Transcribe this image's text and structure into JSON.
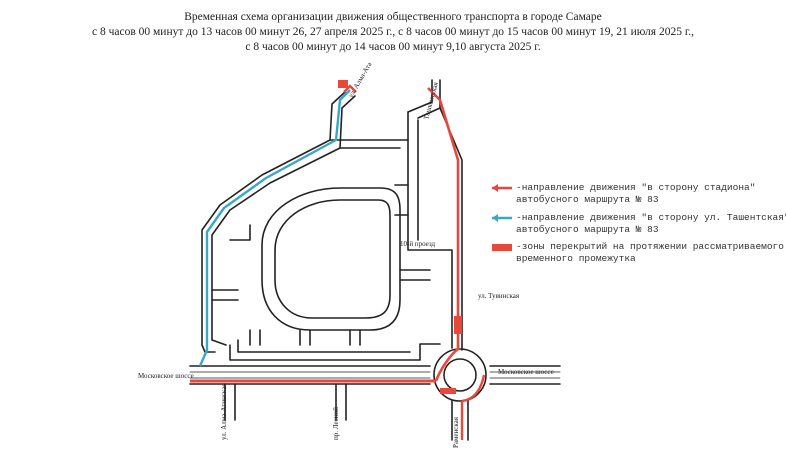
{
  "title": {
    "line1": "Временная схема организации движения общественного транспорта в городе Самаре",
    "line2": "с 8 часов 00 минут до 13 часов 00 минут 26, 27 апреля 2025 г., с 8 часов 00 минут до 15 часов 00 минут 19, 21 июля 2025 г.,",
    "line3": "с 8 часов 00 минут до 14 часов 00 минут  9,10 августа 2025 г."
  },
  "legend": [
    {
      "line1": "-направление движения \"в сторону стадиона\"",
      "line2": "автобусного маршрута № 83",
      "color": "#e8473c"
    },
    {
      "line1": "-направление движения \"в сторону ул. Ташентская\"",
      "line2": "автобусного маршрута № 83",
      "color": "#3aa7c9"
    },
    {
      "line1": "-зоны перекрытий на протяжении рассматриваемого",
      "line2": "временного промежутка",
      "color": "#e8473c"
    }
  ],
  "streets": {
    "moskovskoe_left": "Московское шоссе",
    "moskovskoe_right": "Московское шоссе",
    "tuvinskaya": "ул. Тувинская",
    "proezd_10": "10-й проезд",
    "alma_atinskaya": "ул. Алма-Атинская",
    "lesnoy": "пр. Лесной",
    "ravenskaya": "Раменская",
    "top_street": "ул. Алма-Ата",
    "tashkentskaya_top": "Ташкентская"
  },
  "colors": {
    "red": "#e8473c",
    "blue": "#3aa7c9",
    "road": "#222222"
  }
}
